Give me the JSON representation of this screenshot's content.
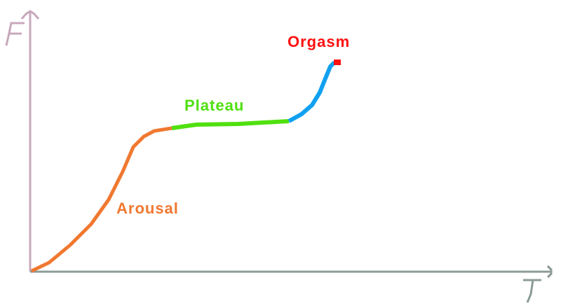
{
  "axes": {
    "y_label": "F",
    "x_label": "T",
    "y_color": "#c8a8bc",
    "x_color": "#8c9c98"
  },
  "phases": [
    {
      "name": "Arousal",
      "color": "#f07830"
    },
    {
      "name": "Plateau",
      "color": "#50e010"
    },
    {
      "name": "Orgasm",
      "color": "#10a0f0",
      "end_marker_color": "#ff1010",
      "label_color": "#ff1010"
    }
  ]
}
